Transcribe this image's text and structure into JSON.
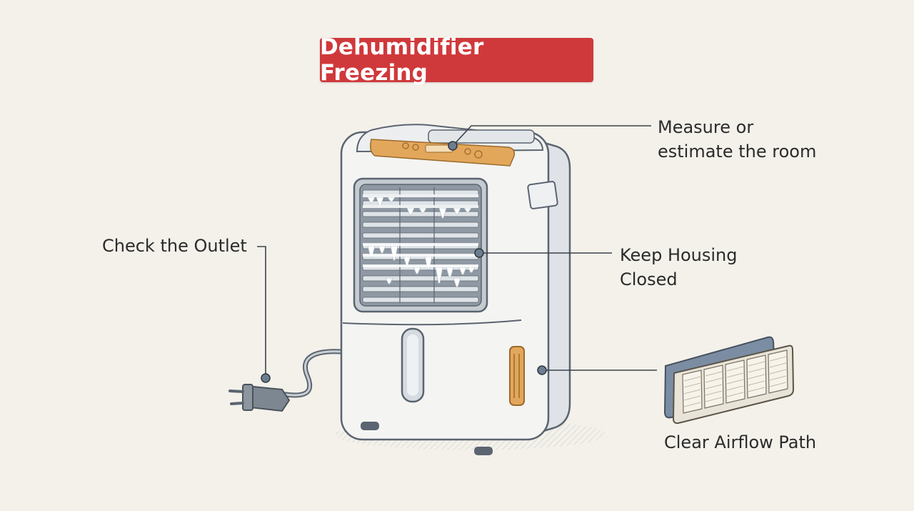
{
  "title": "Dehumidifier Freezing",
  "colors": {
    "title_bg": "#d0393b",
    "title_text": "#ffffff",
    "background": "#f3f1ea",
    "control_panel": "#e3a75c",
    "unit_body": "#f4f4f2",
    "outline": "#5b6470",
    "ice": "#ffffff"
  },
  "callouts": [
    {
      "id": "room",
      "lines": [
        "Measure or",
        "estimate the room"
      ],
      "icon": "control-panel-icon"
    },
    {
      "id": "outlet",
      "lines": [
        "Check the Outlet"
      ],
      "icon": "power-plug-icon"
    },
    {
      "id": "housing",
      "lines": [
        "Keep Housing",
        "Closed"
      ],
      "icon": "frozen-coil-icon"
    },
    {
      "id": "airflow",
      "lines": [
        "Clear Airflow Path"
      ],
      "icon": "air-filter-icon"
    }
  ]
}
